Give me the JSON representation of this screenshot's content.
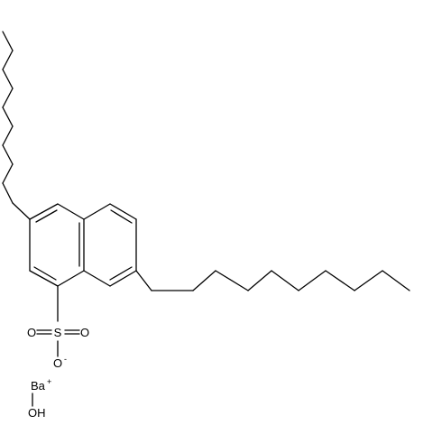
{
  "molecule": {
    "atoms": {
      "sulfur": "S",
      "oxygen_left": "O",
      "oxygen_right": "O",
      "oxygen_bottom": "O",
      "oxygen_charge": "-",
      "barium": "Ba",
      "barium_charge": "+",
      "hydroxide": "OH"
    },
    "colors": {
      "bond": "#000000",
      "text": "#000000",
      "background": "#ffffff"
    }
  }
}
